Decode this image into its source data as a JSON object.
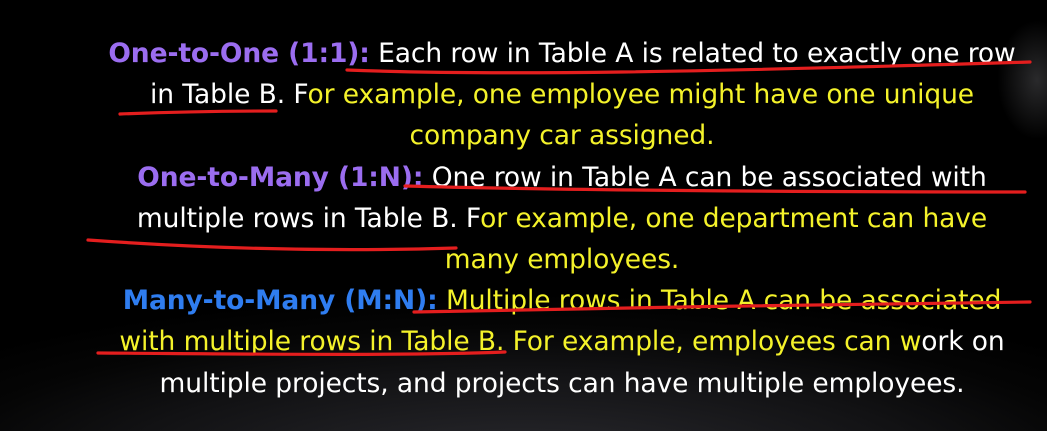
{
  "paragraphs": {
    "one_to_one": {
      "term": "One-to-One (1:1):",
      "line1_def": " Each row in Table A is related to exactly one row",
      "line2_def": "in Table B. F",
      "line2_ex": "or example, one employee might have one unique",
      "line3_ex": "company car assigned."
    },
    "one_to_many": {
      "term": "One-to-Many (1:N):",
      "line1_def": " One row in Table A can be associated with",
      "line2_def": "multiple rows in Table B. F",
      "line2_ex": "or example, one department can have",
      "line3_ex": "many employees."
    },
    "many_to_many": {
      "term": "Many-to-Many (M:N):",
      "line1_def": " Multiple rows in Table A can be associated",
      "line2_def": "with multiple rows in Table B.",
      "line2_ex": " For example, employees can w",
      "line2_plain": "ork on",
      "line3_plain": "multiple projects, and projects can have multiple employees."
    }
  },
  "colors": {
    "background": "#000000",
    "term_purple": "#9b6df0",
    "term_blue": "#2f7df0",
    "definition": "#ffffff",
    "example": "#f4f22a",
    "underline": "#e41e1e"
  }
}
